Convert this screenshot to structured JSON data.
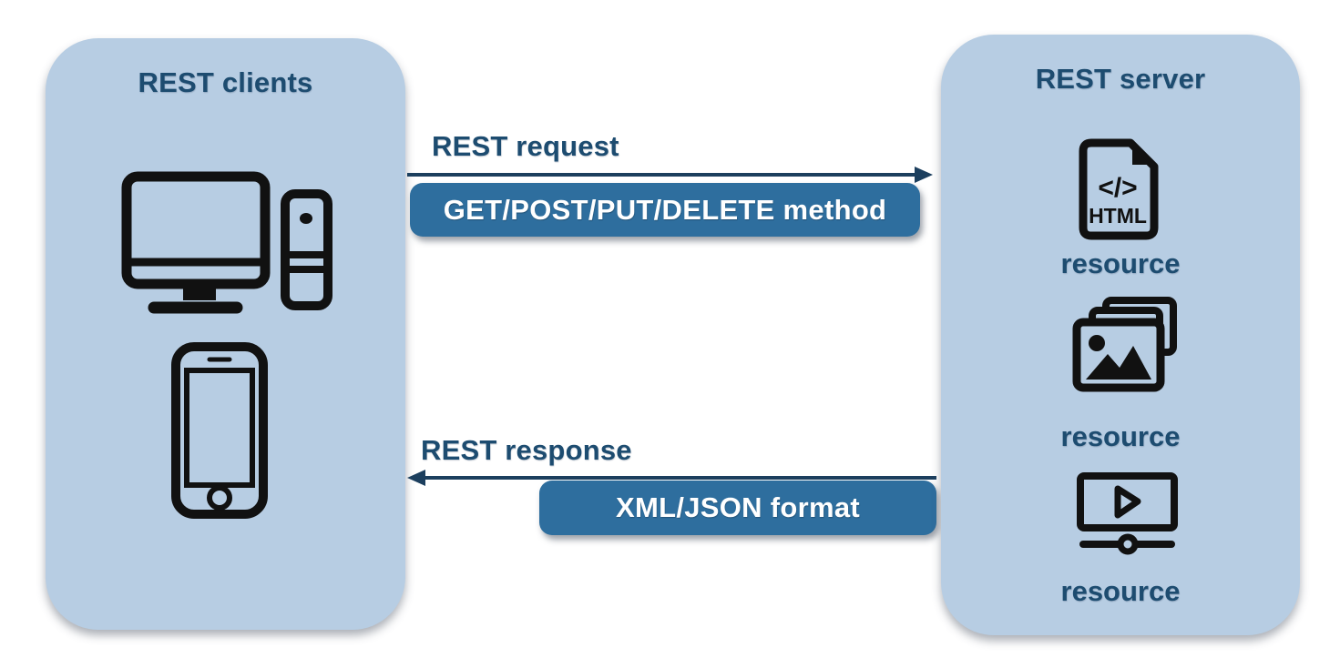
{
  "left_panel": {
    "title": "REST clients",
    "icons": [
      "desktop-computer-icon",
      "smartphone-icon"
    ]
  },
  "right_panel": {
    "title": "REST server",
    "resources": [
      {
        "icon": "html-file-icon",
        "label": "resource"
      },
      {
        "icon": "image-gallery-icon",
        "label": "resource"
      },
      {
        "icon": "video-player-icon",
        "label": "resource"
      }
    ]
  },
  "request_flow": {
    "label": "REST request",
    "badge_label": "GET/POST/PUT/DELETE method",
    "direction": "left-to-right"
  },
  "response_flow": {
    "label": "REST response",
    "badge_label": "XML/JSON format",
    "direction": "right-to-left"
  },
  "html_icon": {
    "code_text": "</>",
    "format_text": "HTML"
  },
  "colors": {
    "background": "#ffffff",
    "panel": "#b7cde3",
    "badge": "#2e6e9e",
    "badge_text": "#ffffff",
    "heading_text": "#1d4c70",
    "arrow": "#1c3f5e",
    "icon": "#111111"
  }
}
